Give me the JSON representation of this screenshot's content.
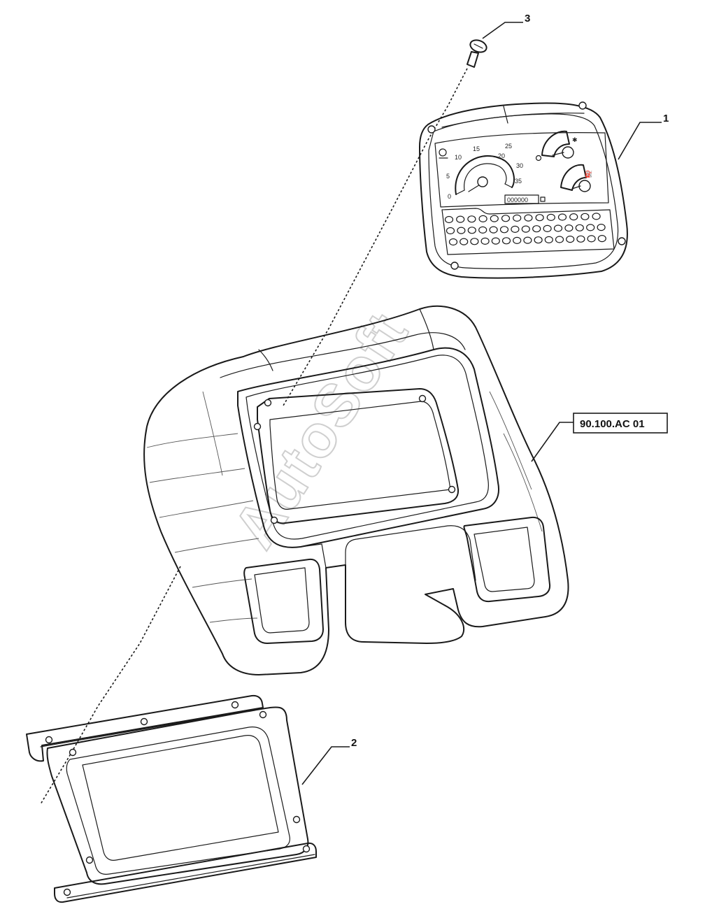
{
  "callouts": {
    "part1": "1",
    "part2": "2",
    "part3": "3",
    "reference": "90.100.AC 01"
  },
  "watermark": "AutoSoft",
  "gauges": {
    "speed_labels": [
      "0",
      "5",
      "10",
      "15",
      "20",
      "25",
      "30",
      "35"
    ],
    "odometer": "000000"
  },
  "colors": {
    "line": "#1a1a1a",
    "watermark": "#cfcfcf"
  }
}
